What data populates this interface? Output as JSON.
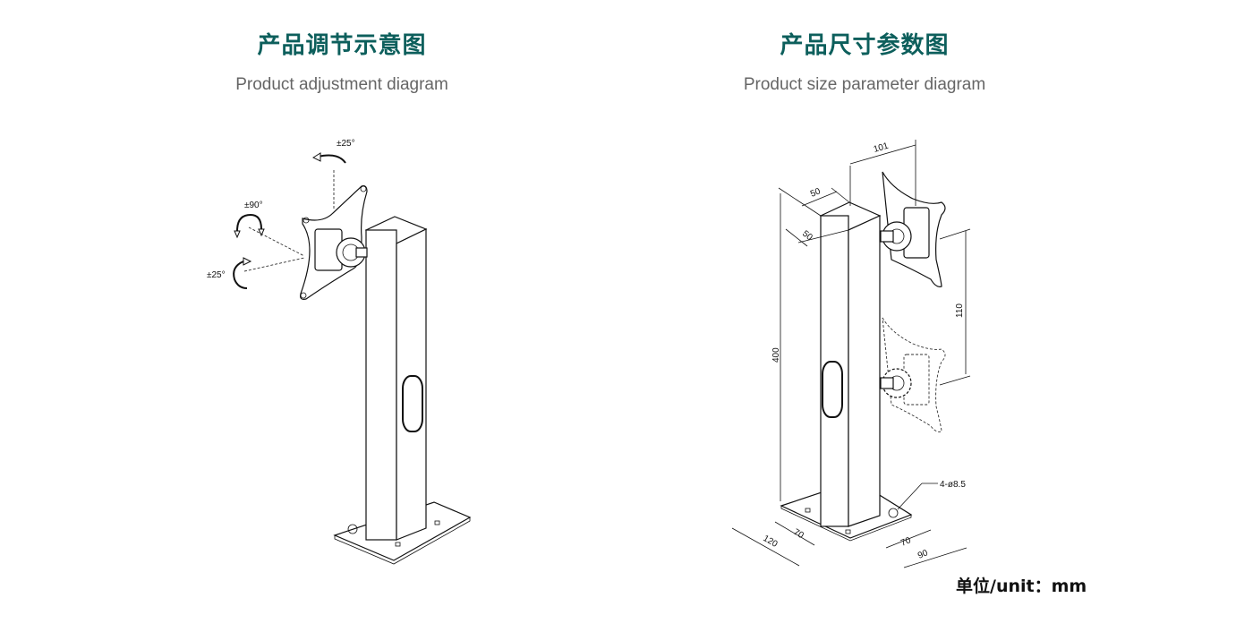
{
  "left": {
    "title": "产品调节示意图",
    "subtitle": "Product adjustment diagram",
    "annotations": {
      "tilt_top": "±25°",
      "rotate": "±90°",
      "swivel": "±25°"
    }
  },
  "right": {
    "title": "产品尺寸参数图",
    "subtitle": "Product size parameter diagram",
    "dimensions": {
      "arm_depth": "101",
      "pole_width": "50",
      "pole_depth": "50",
      "height": "400",
      "vertical_adjust": "110",
      "base_hole_spacing_a": "70",
      "base_length": "120",
      "base_hole_spacing_b": "70",
      "base_width": "90",
      "holes": "4-ø8.5"
    },
    "unit_label": "单位/unit：mm"
  },
  "colors": {
    "title": "#0d5f5c",
    "subtitle": "#666666"
  }
}
